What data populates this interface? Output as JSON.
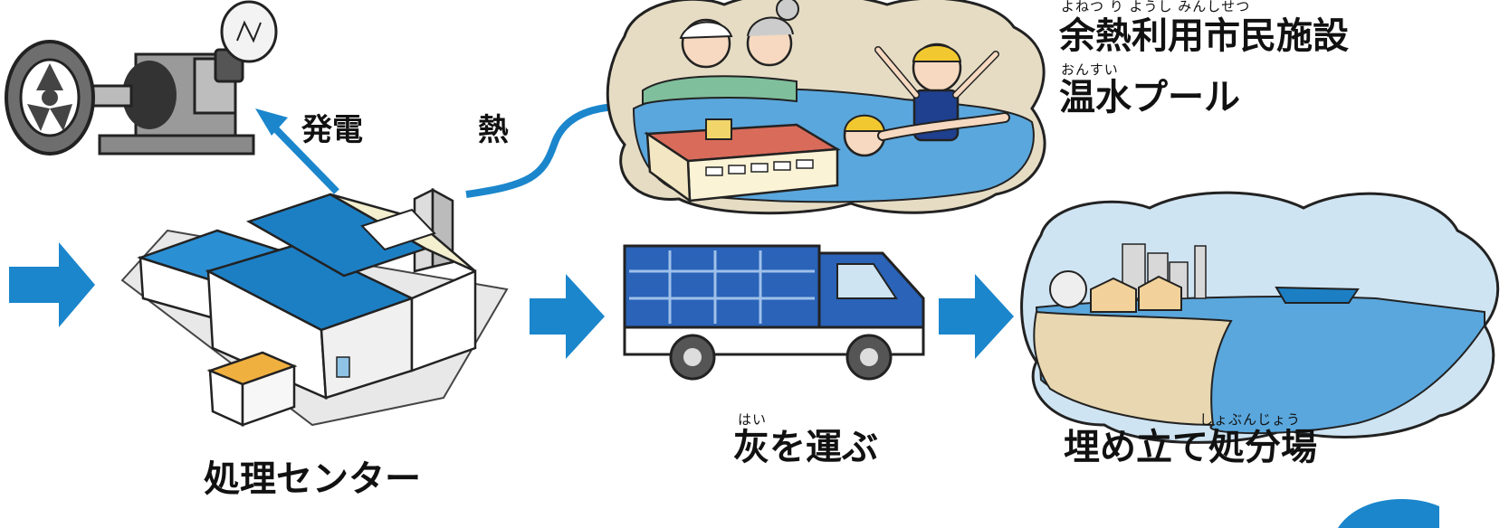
{
  "labels": {
    "power": "発電",
    "heat": "熱",
    "facility_ruby": "よねつ り ようし みんしせつ",
    "facility": "余熱利用市民施設",
    "pool_ruby": "おんすい",
    "pool": "温水プール",
    "ash_ruby": "はい",
    "ash": "灰を運ぶ",
    "landfill_ruby": "しょぶんじょう",
    "landfill": "埋め立て処分場",
    "center": "処理センター"
  },
  "colors": {
    "arrow": "#1b86cc",
    "roof_blue": "#1c7fc4",
    "truck_blue": "#2a63b8",
    "cloud": "#e6dcc4",
    "sky": "#cfe4f2",
    "water": "#5aa7dd"
  }
}
